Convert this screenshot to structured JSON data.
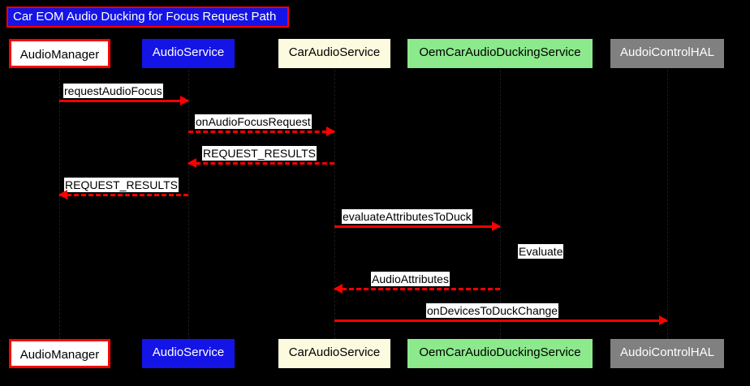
{
  "title": {
    "text": "Car EOM Audio Ducking for Focus Request Path"
  },
  "colors": {
    "background": "#000000",
    "arrow": "#ff0000",
    "title_bg": "#1414e6",
    "title_border": "#ff0000",
    "title_text": "#ffffff",
    "label_bg": "#ffffff",
    "label_text": "#000000"
  },
  "participants": [
    {
      "name": "AudioManager",
      "style": "white",
      "bg": "#ffffff",
      "text_color": "#000000",
      "border": "#ff0000"
    },
    {
      "name": "AudioService",
      "style": "blue",
      "bg": "#1414e6",
      "text_color": "#ffffff",
      "border": "none"
    },
    {
      "name": "CarAudioService",
      "style": "cream",
      "bg": "#fdfbdf",
      "text_color": "#000000",
      "border": "none"
    },
    {
      "name": "OemCarAudioDuckingService",
      "style": "green",
      "bg": "#8ce98c",
      "text_color": "#000000",
      "border": "none"
    },
    {
      "name": "AudoiControlHAL",
      "style": "gray",
      "bg": "#808080",
      "text_color": "#ffffff",
      "border": "none"
    }
  ],
  "messages": [
    {
      "label": "requestAudioFocus",
      "from": "AudioManager",
      "to": "AudioService",
      "direction": "right",
      "line": "solid"
    },
    {
      "label": "onAudioFocusRequest",
      "from": "AudioService",
      "to": "CarAudioService",
      "direction": "right",
      "line": "dashed"
    },
    {
      "label": "REQUEST_RESULTS",
      "from": "CarAudioService",
      "to": "AudioService",
      "direction": "left",
      "line": "dashed"
    },
    {
      "label": "REQUEST_RESULTS",
      "from": "AudioService",
      "to": "AudioManager",
      "direction": "left",
      "line": "dashed"
    },
    {
      "label": "evaluateAttributesToDuck",
      "from": "CarAudioService",
      "to": "OemCarAudioDuckingService",
      "direction": "right",
      "line": "solid"
    },
    {
      "label": "AudioAttributes",
      "from": "OemCarAudioDuckingService",
      "to": "CarAudioService",
      "direction": "left",
      "line": "dashed"
    },
    {
      "label": "onDevicesToDuckChange",
      "from": "CarAudioService",
      "to": "AudoiControlHAL",
      "direction": "right",
      "line": "solid"
    }
  ],
  "notes": [
    {
      "label": "Evaluate",
      "on": "OemCarAudioDuckingService"
    }
  ]
}
